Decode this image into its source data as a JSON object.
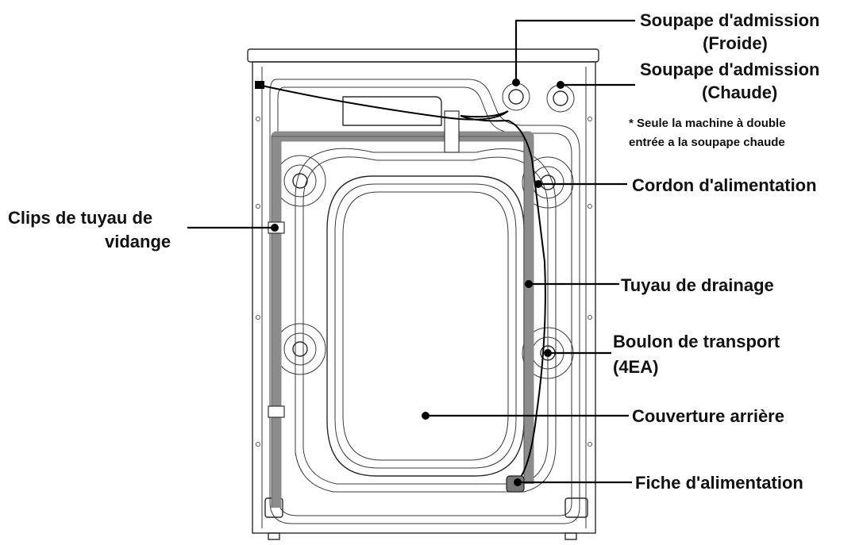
{
  "diagram": {
    "colors": {
      "ink": "#000000",
      "outline": "#2b2b2b",
      "hose": "#8c8c8c",
      "background": "#ffffff"
    },
    "labels": {
      "valve_cold_line1": "Soupape d'admission",
      "valve_cold_line2": "(Froide)",
      "valve_hot_line1": "Soupape d'admission",
      "valve_hot_line2": "(Chaude)",
      "note_line1": "* Seule la machine à double",
      "note_line2": "entrée a la soupape chaude",
      "power_cord": "Cordon d'alimentation",
      "drain_clips_line1": "Clips de tuyau de",
      "drain_clips_line2": "vidange",
      "drain_hose": "Tuyau de drainage",
      "transit_bolt_line1": "Boulon de transport",
      "transit_bolt_line2": "(4EA)",
      "back_cover": "Couverture arrière",
      "power_plug": "Fiche d'alimentation"
    }
  }
}
